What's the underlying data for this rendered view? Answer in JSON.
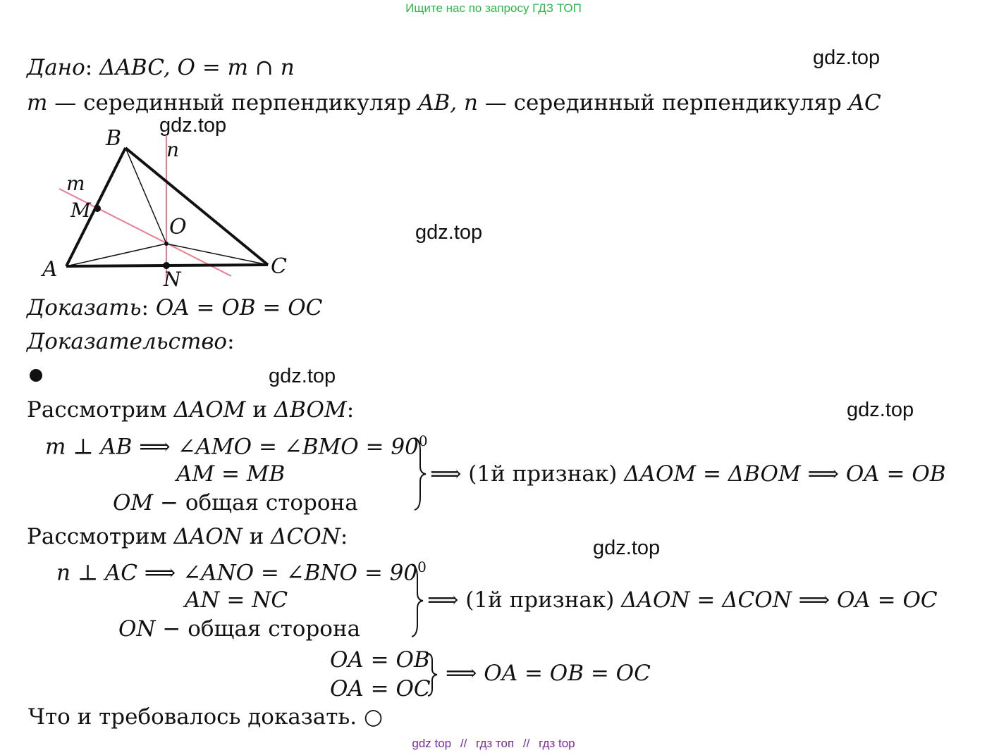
{
  "header": {
    "banner": "Ищите нас по запросу ГДЗ ТОП"
  },
  "watermark": {
    "text": "gdz.top"
  },
  "given": {
    "label": "Дано",
    "sep": ": ",
    "expr": "ΔABC, O = m ∩ n"
  },
  "given_line2": {
    "m": "m",
    "text1": " — серединный перпендикуляр ",
    "ab": "AB",
    "comma": ", ",
    "n": "n",
    "text2": " — серединный перпендикуляр ",
    "ac": "AC"
  },
  "figure": {
    "labels": {
      "A": "A",
      "B": "B",
      "C": "C",
      "M": "M",
      "N": "N",
      "O": "O",
      "m": "m",
      "n": "n"
    },
    "colors": {
      "perp_line": "#e87d95",
      "side": "#111111"
    }
  },
  "prove": {
    "label": "Доказать",
    "sep": ": ",
    "expr": "OA = OB = OC"
  },
  "proof": {
    "label": "Доказательство",
    "sep": ":"
  },
  "step1": {
    "intro_text": "Рассмотрим ",
    "intro_t1": "ΔAOM",
    "intro_and": " и ",
    "intro_t2": "ΔBOM",
    "intro_colon": ":",
    "line1": "m ⊥ AB ⟹ ∠AMO = ∠BMO = 90",
    "line1_sup": "0",
    "line2": "AM = MB",
    "line3_math": "OM",
    "line3_text": " − общая сторона",
    "result_arrow": "⟹ ",
    "result_text": "(1й признак) ",
    "result_math": "ΔAOM = ΔBOM ⟹ OA = OB"
  },
  "step2": {
    "intro_text": "Рассмотрим ",
    "intro_t1": "ΔAON",
    "intro_and": " и ",
    "intro_t2": "ΔCON",
    "intro_colon": ":",
    "line1": "n ⊥ AC ⟹ ∠ANO = ∠BNO = 90",
    "line1_sup": "0",
    "line2": "AN = NC",
    "line3_math": "ON",
    "line3_text": " − общая сторона",
    "result_arrow": "⟹ ",
    "result_text": "(1й признак) ",
    "result_math": "ΔAON = ΔCON ⟹ OA = OC"
  },
  "conclusion": {
    "line1": "OA = OB",
    "line2": "OA = OC",
    "result": "⟹ OA = OB = OC"
  },
  "qed": {
    "text": "Что и требовалось доказать.",
    "symbol": "○"
  },
  "footer": {
    "items": [
      "gdz top",
      "//",
      "гдз топ",
      "//",
      "гдз top"
    ]
  }
}
